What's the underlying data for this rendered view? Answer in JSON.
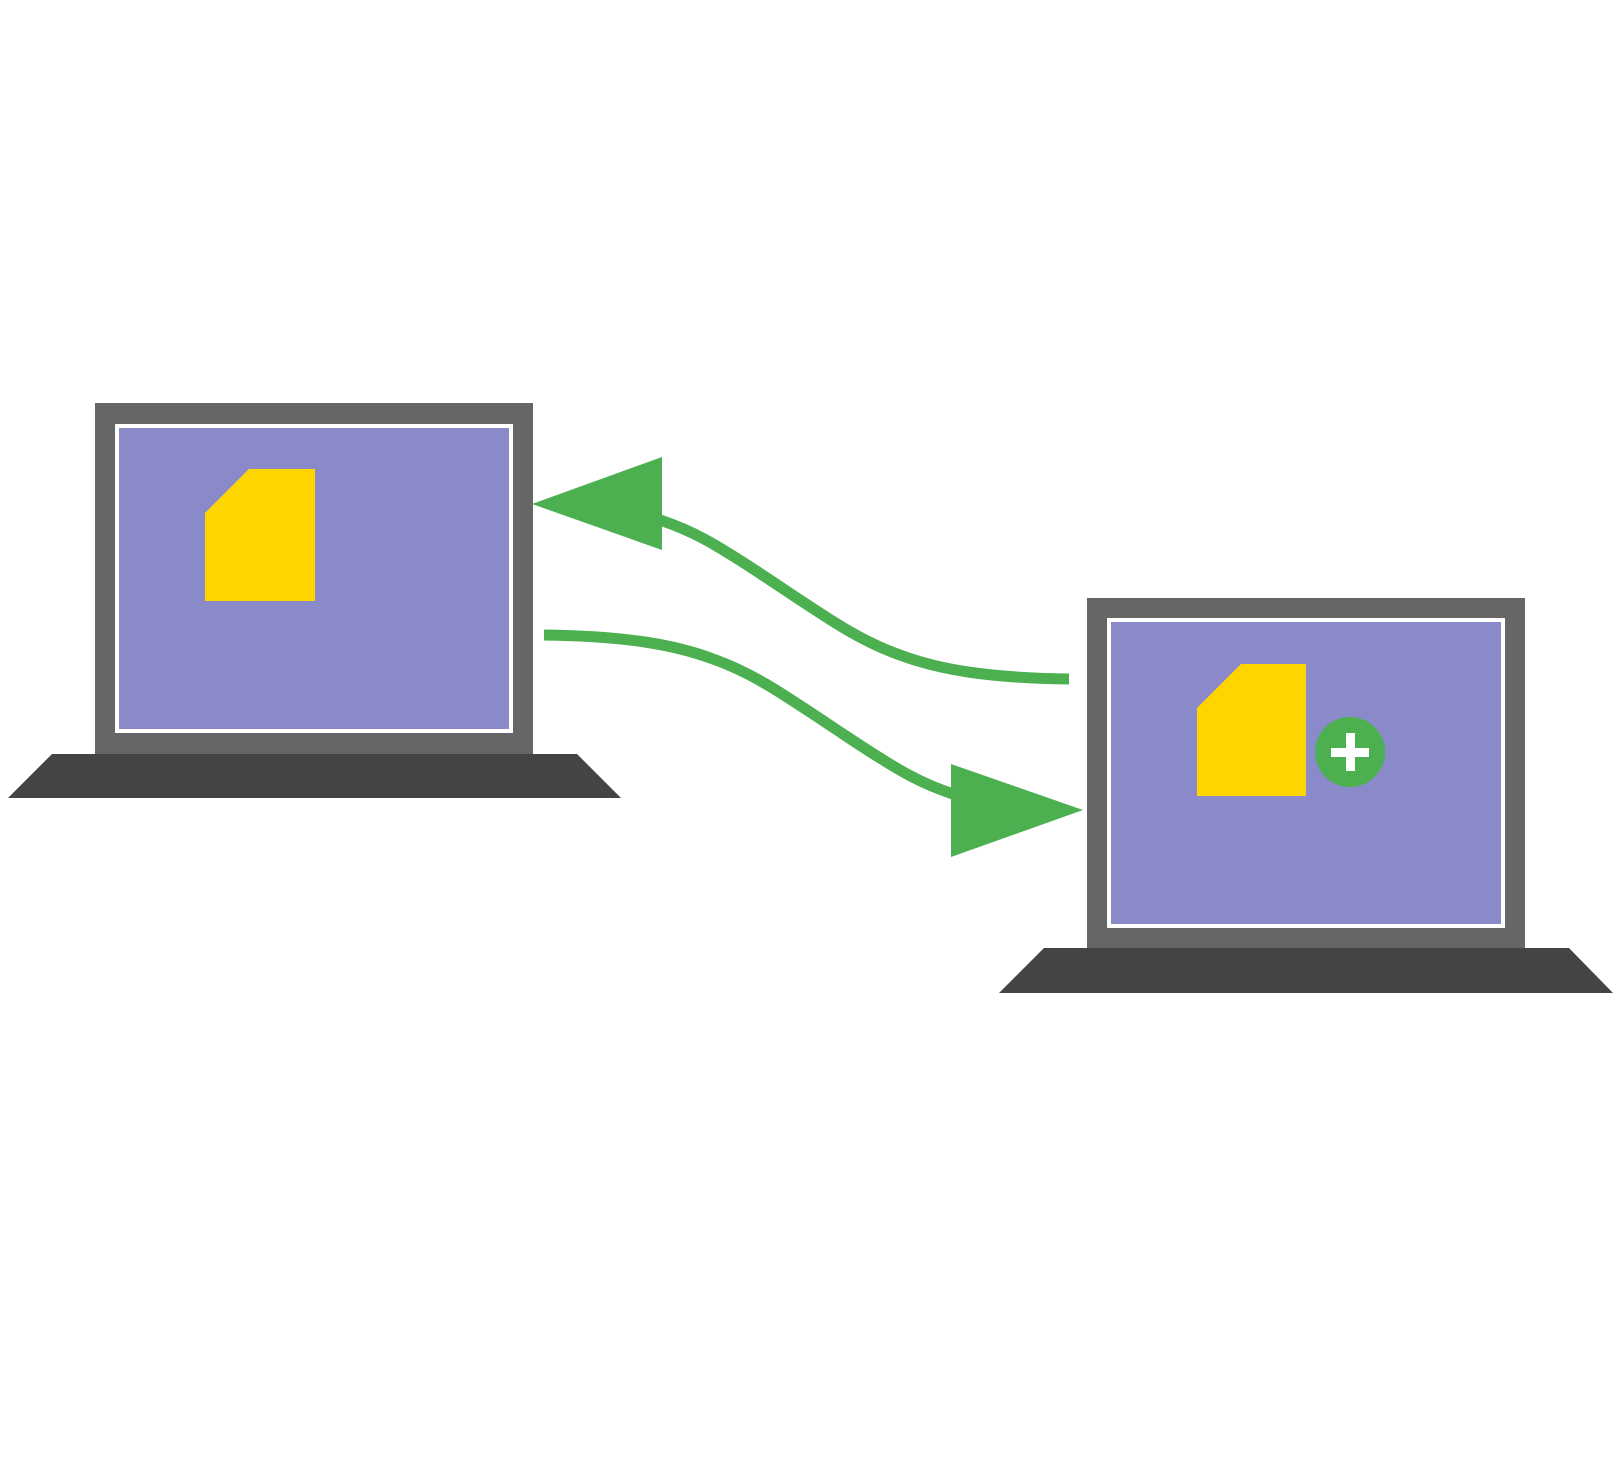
{
  "colors": {
    "background": "#ffffff",
    "laptop_bezel": "#666666",
    "laptop_base": "#444444",
    "screen": "#8a8acb",
    "screen_border": "#ffffff",
    "folder": "#ffd500",
    "arrow": "#4caf50",
    "plus_badge": "#4caf50",
    "plus_symbol": "#ffffff"
  },
  "nodes": [
    {
      "id": "laptop-left",
      "icon": "laptop-icon",
      "content_icon": "folder-icon",
      "badge": null
    },
    {
      "id": "laptop-right",
      "icon": "laptop-icon",
      "content_icon": "folder-icon",
      "badge": "plus-circle-icon"
    }
  ],
  "edges": [
    {
      "from": "laptop-right",
      "to": "laptop-left",
      "style": "curved-arrow"
    },
    {
      "from": "laptop-left",
      "to": "laptop-right",
      "style": "curved-arrow"
    }
  ]
}
